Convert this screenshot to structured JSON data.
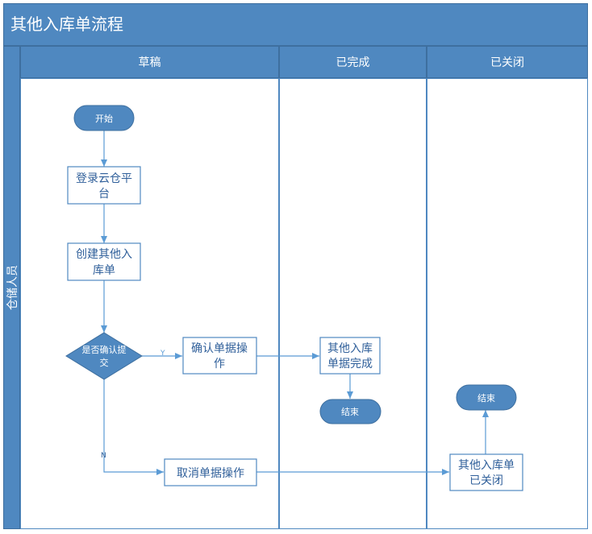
{
  "title": "其他入库单流程",
  "lane": "仓储人员",
  "columns": [
    "草稿",
    "已完成",
    "已关闭"
  ],
  "nodes": {
    "start": "开始",
    "login_l1": "登录云仓平",
    "login_l2": "台",
    "create_l1": "创建其他入",
    "create_l2": "库单",
    "decision_l1": "是否确认提",
    "decision_l2": "交",
    "confirm_l1": "确认单据操",
    "confirm_l2": "作",
    "done_l1": "其他入库",
    "done_l2": "单据完成",
    "end1": "结束",
    "cancel": "取消单据操作",
    "closed_l1": "其他入库单",
    "closed_l2": "已关闭",
    "end2": "结束"
  },
  "edge_labels": {
    "yes": "Y",
    "no": "N"
  },
  "colors": {
    "header": "#4f88c0",
    "node_fill": "#4f88c0",
    "box_fill": "#ffffff",
    "edge": "#5b9bd5",
    "text_box": "#2f5f9a"
  }
}
